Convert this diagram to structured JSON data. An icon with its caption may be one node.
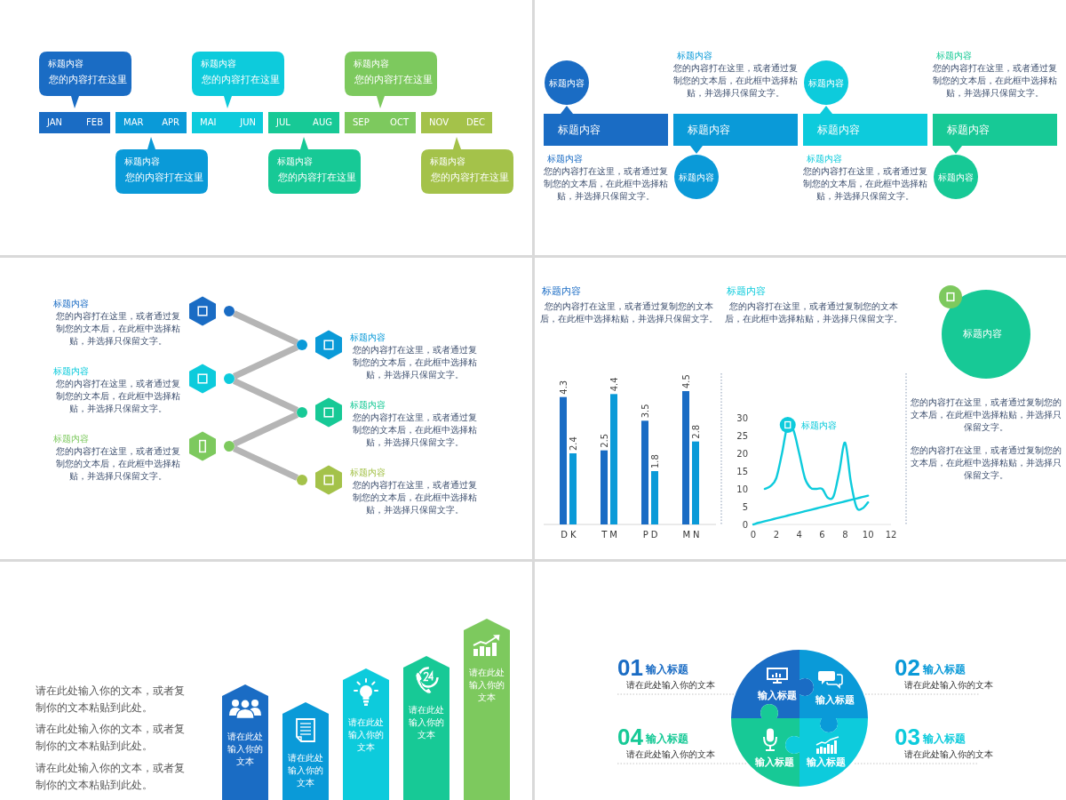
{
  "diagram": {
    "nodes": [
      {
        "text": [
          "标题内容",
          "您的内容打在这里"
        ]
      },
      {
        "text": [
          "标题内容",
          "您的内容打在这里"
        ]
      },
      {
        "text": [
          "标题内容",
          "您的内容打在这里"
        ]
      },
      {
        "text": [
          "JAN",
          "FEB"
        ]
      },
      {
        "text": [
          "MAR",
          "APR"
        ]
      },
      {
        "text": [
          "MAI",
          "JUN"
        ]
      },
      {
        "text": [
          "JUL",
          "AUG"
        ]
      },
      {
        "text": [
          "SEP",
          "OCT"
        ]
      },
      {
        "text": [
          "NOV",
          "DEC"
        ]
      },
      {
        "text": [
          "标题内容",
          "您的内容打在这里"
        ]
      },
      {
        "text": [
          "标题内容",
          "您的内容打在这里"
        ]
      },
      {
        "text": [
          "标题内容",
          "您的内容打在这里"
        ]
      },
      {
        "text": [
          "标题内容"
        ]
      },
      {
        "text": [
          "标题内容"
        ]
      },
      {
        "text": [
          "标题内容"
        ]
      },
      {
        "text": [
          "标题内容"
        ]
      },
      {
        "text": [
          "标题内容"
        ]
      },
      {
        "text": [
          "标题内容"
        ]
      },
      {
        "text": [
          "标题内容"
        ]
      },
      {
        "text": [
          "标题内容"
        ]
      },
      {
        "text": [],
        "shape": "circle"
      },
      {
        "text": [],
        "shape": "circle"
      },
      {
        "text": [],
        "shape": "circle"
      },
      {
        "text": [],
        "shape": "circle"
      },
      {
        "text": [],
        "shape": "circle"
      },
      {
        "text": [],
        "shape": "circle"
      },
      {
        "text": [
          "标题内容"
        ]
      },
      {
        "text": [
          "请在此处输入你的文本"
        ]
      },
      {
        "text": [
          "请在此处输入你的文本"
        ]
      },
      {
        "text": [
          "请在此处输入你的文本"
        ]
      },
      {
        "text": [
          "请在此处输入你的文本"
        ]
      },
      {
        "text": [
          "请在此处输入你的文本"
        ]
      },
      {
        "text": [
          "输入标题"
        ]
      },
      {
        "text": [
          "输入标题"
        ]
      },
      {
        "text": [
          "输入标题"
        ]
      },
      {
        "text": [
          "输入标题"
        ]
      }
    ],
    "edges": [
      {
        "from": 20,
        "to": 21,
        "arrow": "none"
      },
      {
        "from": 21,
        "to": 22,
        "arrow": "none"
      },
      {
        "from": 22,
        "to": 23,
        "arrow": "none"
      },
      {
        "from": 23,
        "to": 24,
        "arrow": "none"
      },
      {
        "from": 24,
        "to": 25,
        "arrow": "none"
      }
    ],
    "labels": [
      "标题内容",
      "您的内容打在这里，或者通过复制您的文本后，在此框中选择粘贴，并选择只保留文字。",
      "标题内容",
      "您的内容打在这里，或者通过复制您的文本后，在此框中选择粘贴，并选择只保留文字。",
      "标题内容",
      "您的内容打在这里，或者通过复制您的文本后，在此框中选择粘贴，并选择只保留文字。",
      "标题内容",
      "您的内容打在这里，或者通过复制您的文本后，在此框中选择粘贴，并选择只保留文字。",
      "标题内容",
      "您的内容打在这里，或者通过复制您的文本后，在此框中选择粘贴，并选择只保留文字。",
      "标题内容",
      "您的内容打在这里，或者通过复制您的文本后，在此框中选择粘贴，并选择只保留文字。",
      "标题内容",
      "您的内容打在这里，或者通过复制您的文本后，在此框中选择粘贴，并选择只保留文字。",
      "标题内容",
      "您的内容打在这里，或者通过复制您的文本后，在此框中选择粘贴，并选择只保留文字。",
      "标题内容",
      "您的内容打在这里，或者通过复制您的文本后，在此框中选择粘贴，并选择只保留文字。",
      "标题内容",
      "您的内容打在这里，或者通过复制您的文本后，在此框中选择粘贴，并选择只保留文字。",
      "您的内容打在这里，或者通过复制您的文本后，在此框中选择粘贴，并选择只保留文字。",
      "您的内容打在这里，或者通过复制您的文本后，在此框中选择粘贴，并选择只保留文字。",
      "您的内容打在这里，或者通过复制您的文本后，在此框中选择粘贴，并选择只保留文字。",
      "您的内容打在这里，或者通过复制您的文本后，在此框中选择粘贴，并选择只保留文字。",
      "请在此处输入你的文本，或者复制你的文本粘贴到此处。",
      "请在此处输入你的文本，或者复制你的文本粘贴到此处。",
      "请在此处输入你的文本，或者复制你的文本粘贴到此处。",
      "01",
      "输入标题",
      "请在此处输入你的文本",
      "02",
      "输入标题",
      "请在此处输入你的文本",
      "04",
      "输入标题",
      "请在此处输入你的文本",
      "03",
      "输入标题",
      "请在此处输入你的文本"
    ],
    "chart_data": [
      {
        "type": "bar",
        "title": "标题内容",
        "categories": [
          "DK",
          "TM",
          "PD",
          "MN"
        ],
        "series": [
          {
            "color": "#1a6cc4",
            "values": [
              4.3,
              2.5,
              3.5,
              4.5
            ]
          },
          {
            "color": "#0a9ad8",
            "values": [
              2.4,
              4.4,
              1.8,
              2.8
            ]
          }
        ],
        "data_labels": true
      },
      {
        "type": "line",
        "title": "标题内容",
        "x": [
          0,
          0.5,
          1,
          1.5,
          2,
          2.5,
          3,
          3.5,
          4,
          4.5,
          5,
          5.5,
          6,
          6.5,
          7,
          7.5,
          8,
          8.5,
          9,
          9.5,
          10
        ],
        "series": [
          {
            "color": "#0dcbdc",
            "values": [
              null,
              null,
              10,
              10.8,
              13,
              20,
              28,
              26.5,
              20,
              13,
              10.3,
              10,
              10,
              7.5,
              8,
              15,
              23,
              12,
              4.8,
              4.5,
              6.2
            ]
          },
          {
            "color": "#0dcbdc",
            "values": [
              0,
              0.5,
              0.9,
              1.3,
              1.7,
              2.1,
              2.5,
              2.9,
              3.3,
              3.7,
              4.1,
              4.5,
              4.9,
              5.3,
              5.7,
              6.1,
              6.5,
              6.9,
              7.3,
              7.7,
              8.1
            ]
          }
        ],
        "xlim": [
          0,
          12
        ],
        "ylim": [
          0,
          30
        ],
        "xticks": [
          0,
          2,
          4,
          6,
          8,
          10,
          12
        ],
        "yticks": [
          0,
          5,
          10,
          15,
          20,
          25,
          30
        ],
        "annotations": [
          {
            "x": 3,
            "y": 28,
            "text": "标题内容"
          }
        ]
      }
    ]
  }
}
